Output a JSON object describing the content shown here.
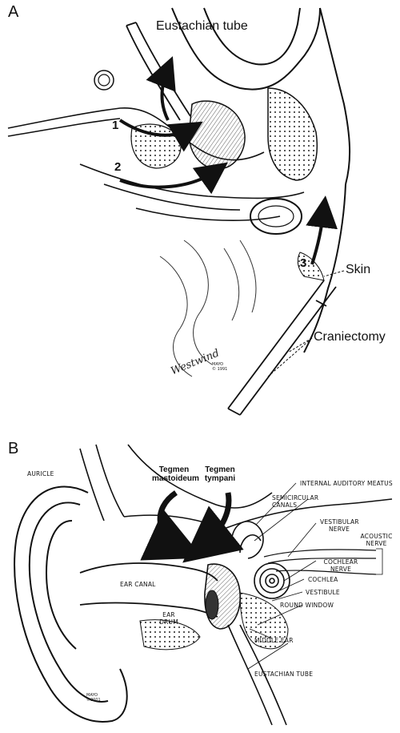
{
  "panel_a": {
    "letter": "A",
    "labels": {
      "eustachian_tube": "Eustachian tube",
      "skin": "Skin",
      "craniectomy": "Craniectomy"
    },
    "route_numbers": [
      "1",
      "2",
      "3"
    ],
    "signature": "Westwind",
    "signature_mark": [
      "MAYO",
      "© 1991"
    ]
  },
  "panel_b": {
    "letter": "B",
    "labels": {
      "auricle": "Auricle",
      "tegmen_mastoideum": "Tegmen mastoideum",
      "tegmen_tympani": "Tegmen tympani",
      "internal_auditory_meatus": "Internal auditory meatus",
      "semicircular_canals": "Semicircular canals",
      "vestibular_nerve": "Vestibular nerve",
      "acoustic_nerve": "Acoustic nerve",
      "cochlear_nerve": "Cochlear nerve",
      "cochlea": "Cochlea",
      "vestibule": "Vestibule",
      "round_window": "Round window",
      "ear_canal": "Ear canal",
      "ear_drum": "Ear drum",
      "middle_ear": "Middle ear",
      "eustachian_tube": "Eustachian tube"
    },
    "signature_mark": [
      "MAYO",
      "©2001"
    ]
  }
}
